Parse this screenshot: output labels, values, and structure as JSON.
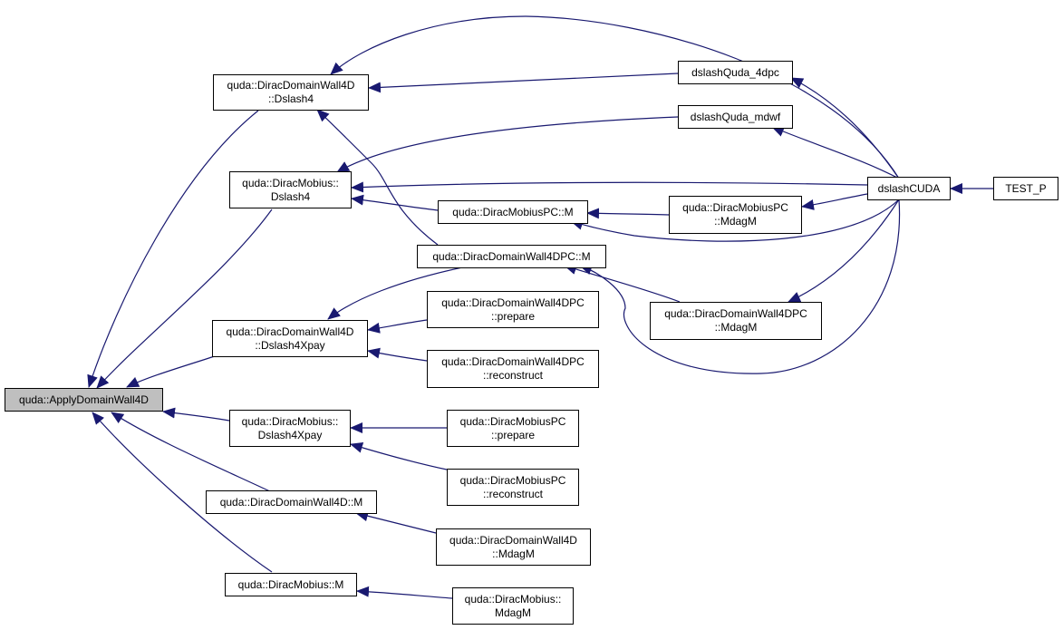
{
  "colors": {
    "edge": "#191970",
    "node_border": "#000000",
    "root_fill": "#bfbfbf",
    "node_fill": "#ffffff"
  },
  "nodes": {
    "apply": {
      "lines": [
        "quda::ApplyDomainWall4D"
      ]
    },
    "dw4d_dslash4": {
      "lines": [
        "quda::DiracDomainWall4D",
        "::Dslash4"
      ]
    },
    "mob_dslash4": {
      "lines": [
        "quda::DiracMobius::",
        "Dslash4"
      ]
    },
    "dw4d_dslash4xpay": {
      "lines": [
        "quda::DiracDomainWall4D",
        "::Dslash4Xpay"
      ]
    },
    "mob_dslash4xpay": {
      "lines": [
        "quda::DiracMobius::",
        "Dslash4Xpay"
      ]
    },
    "dw4d_m": {
      "lines": [
        "quda::DiracDomainWall4D::M"
      ]
    },
    "mob_m": {
      "lines": [
        "quda::DiracMobius::M"
      ]
    },
    "dslash_4dpc": {
      "lines": [
        "dslashQuda_4dpc"
      ]
    },
    "dslash_mdwf": {
      "lines": [
        "dslashQuda_mdwf"
      ]
    },
    "mobpc_m": {
      "lines": [
        "quda::DiracMobiusPC::M"
      ]
    },
    "dw4dpc_m": {
      "lines": [
        "quda::DiracDomainWall4DPC::M"
      ]
    },
    "dw4dpc_prepare": {
      "lines": [
        "quda::DiracDomainWall4DPC",
        "::prepare"
      ]
    },
    "dw4dpc_reconstruct": {
      "lines": [
        "quda::DiracDomainWall4DPC",
        "::reconstruct"
      ]
    },
    "mobpc_prepare": {
      "lines": [
        "quda::DiracMobiusPC",
        "::prepare"
      ]
    },
    "mobpc_reconstruct": {
      "lines": [
        "quda::DiracMobiusPC",
        "::reconstruct"
      ]
    },
    "dw4d_mdagm": {
      "lines": [
        "quda::DiracDomainWall4D",
        "::MdagM"
      ]
    },
    "mob_mdagm": {
      "lines": [
        "quda::DiracMobius::",
        "MdagM"
      ]
    },
    "mobpc_mdagm": {
      "lines": [
        "quda::DiracMobiusPC",
        "::MdagM"
      ]
    },
    "dw4dpc_mdagm": {
      "lines": [
        "quda::DiracDomainWall4DPC",
        "::MdagM"
      ]
    },
    "dslashcuda": {
      "lines": [
        "dslashCUDA"
      ]
    },
    "test_p": {
      "lines": [
        "TEST_P"
      ]
    }
  }
}
